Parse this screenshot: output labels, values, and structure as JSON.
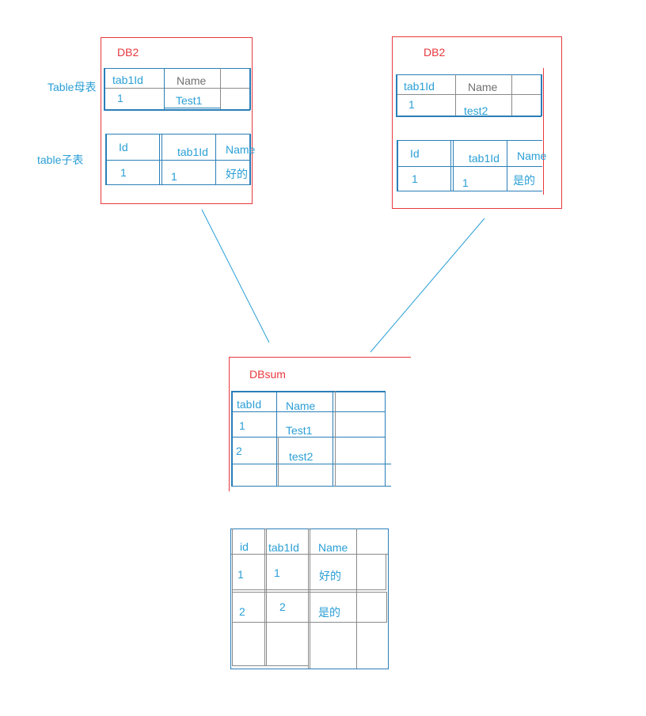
{
  "colors": {
    "db_border": "#e8383d",
    "table_line": "#2a7fb8",
    "grid_line": "#8a8a8a",
    "text": "#2a9fd6"
  },
  "left_db": {
    "title": "DB2",
    "parent_label": "Table母表",
    "child_label": "table子表",
    "parent_table": {
      "headers": [
        "tab1Id",
        "Name"
      ],
      "row": [
        "1",
        "Test1"
      ]
    },
    "child_table": {
      "headers": [
        "Id",
        "tab1Id",
        "Name"
      ],
      "row": [
        "1",
        "1",
        "好的"
      ]
    }
  },
  "right_db": {
    "title": "DB2",
    "parent_table": {
      "headers": [
        "tab1Id",
        "Name"
      ],
      "row": [
        "1",
        "test2"
      ]
    },
    "child_table": {
      "headers": [
        "Id",
        "tab1Id",
        "Name"
      ],
      "row": [
        "1",
        "1",
        "是的"
      ]
    }
  },
  "sum_db": {
    "title": "DBsum",
    "parent_table": {
      "headers": [
        "tabId",
        "Name"
      ],
      "rows": [
        [
          "1",
          "Test1"
        ],
        [
          "2",
          "test2"
        ]
      ]
    },
    "child_table": {
      "headers": [
        "id",
        "tab1Id",
        "Name"
      ],
      "rows": [
        [
          "1",
          "1",
          "好的"
        ],
        [
          "2",
          "2",
          "是的"
        ]
      ]
    }
  }
}
